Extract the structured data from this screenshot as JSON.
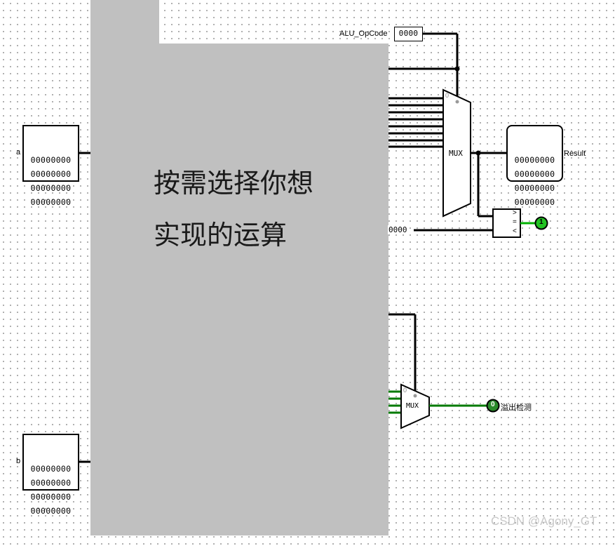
{
  "inputs": {
    "a": {
      "label": "a",
      "rows": [
        "00000000",
        "00000000",
        "00000000",
        "00000000"
      ]
    },
    "b": {
      "label": "b",
      "rows": [
        "00000000",
        "00000000",
        "00000000",
        "00000000"
      ]
    },
    "opcode": {
      "label": "ALU_OpCode",
      "value": "0000"
    }
  },
  "outputs": {
    "result": {
      "label": "Result",
      "rows": [
        "00000000",
        "00000000",
        "00000000",
        "00000000"
      ]
    },
    "overflow": {
      "label": "溢出检测",
      "value": "0"
    },
    "zero_flag": {
      "value": "1"
    }
  },
  "components": {
    "mux_main": {
      "label": "MUX",
      "select_marker": "0"
    },
    "mux_overflow": {
      "label": "MUX",
      "select_marker": "0"
    },
    "comparator": {
      "gt": ">",
      "eq": "=",
      "lt": "<"
    },
    "constant": {
      "value": "0000"
    }
  },
  "overlay": {
    "line1": "按需选择你想",
    "line2": "实现的运算"
  },
  "watermark": "CSDN @Agony_GT",
  "colors": {
    "canvas_bg": "#ffffff",
    "grid_dot": "#9a9a9a",
    "overlay": "#c0c0c0",
    "wire": "#000000",
    "active_wire": "#007a00",
    "led_on": "#22c322"
  }
}
